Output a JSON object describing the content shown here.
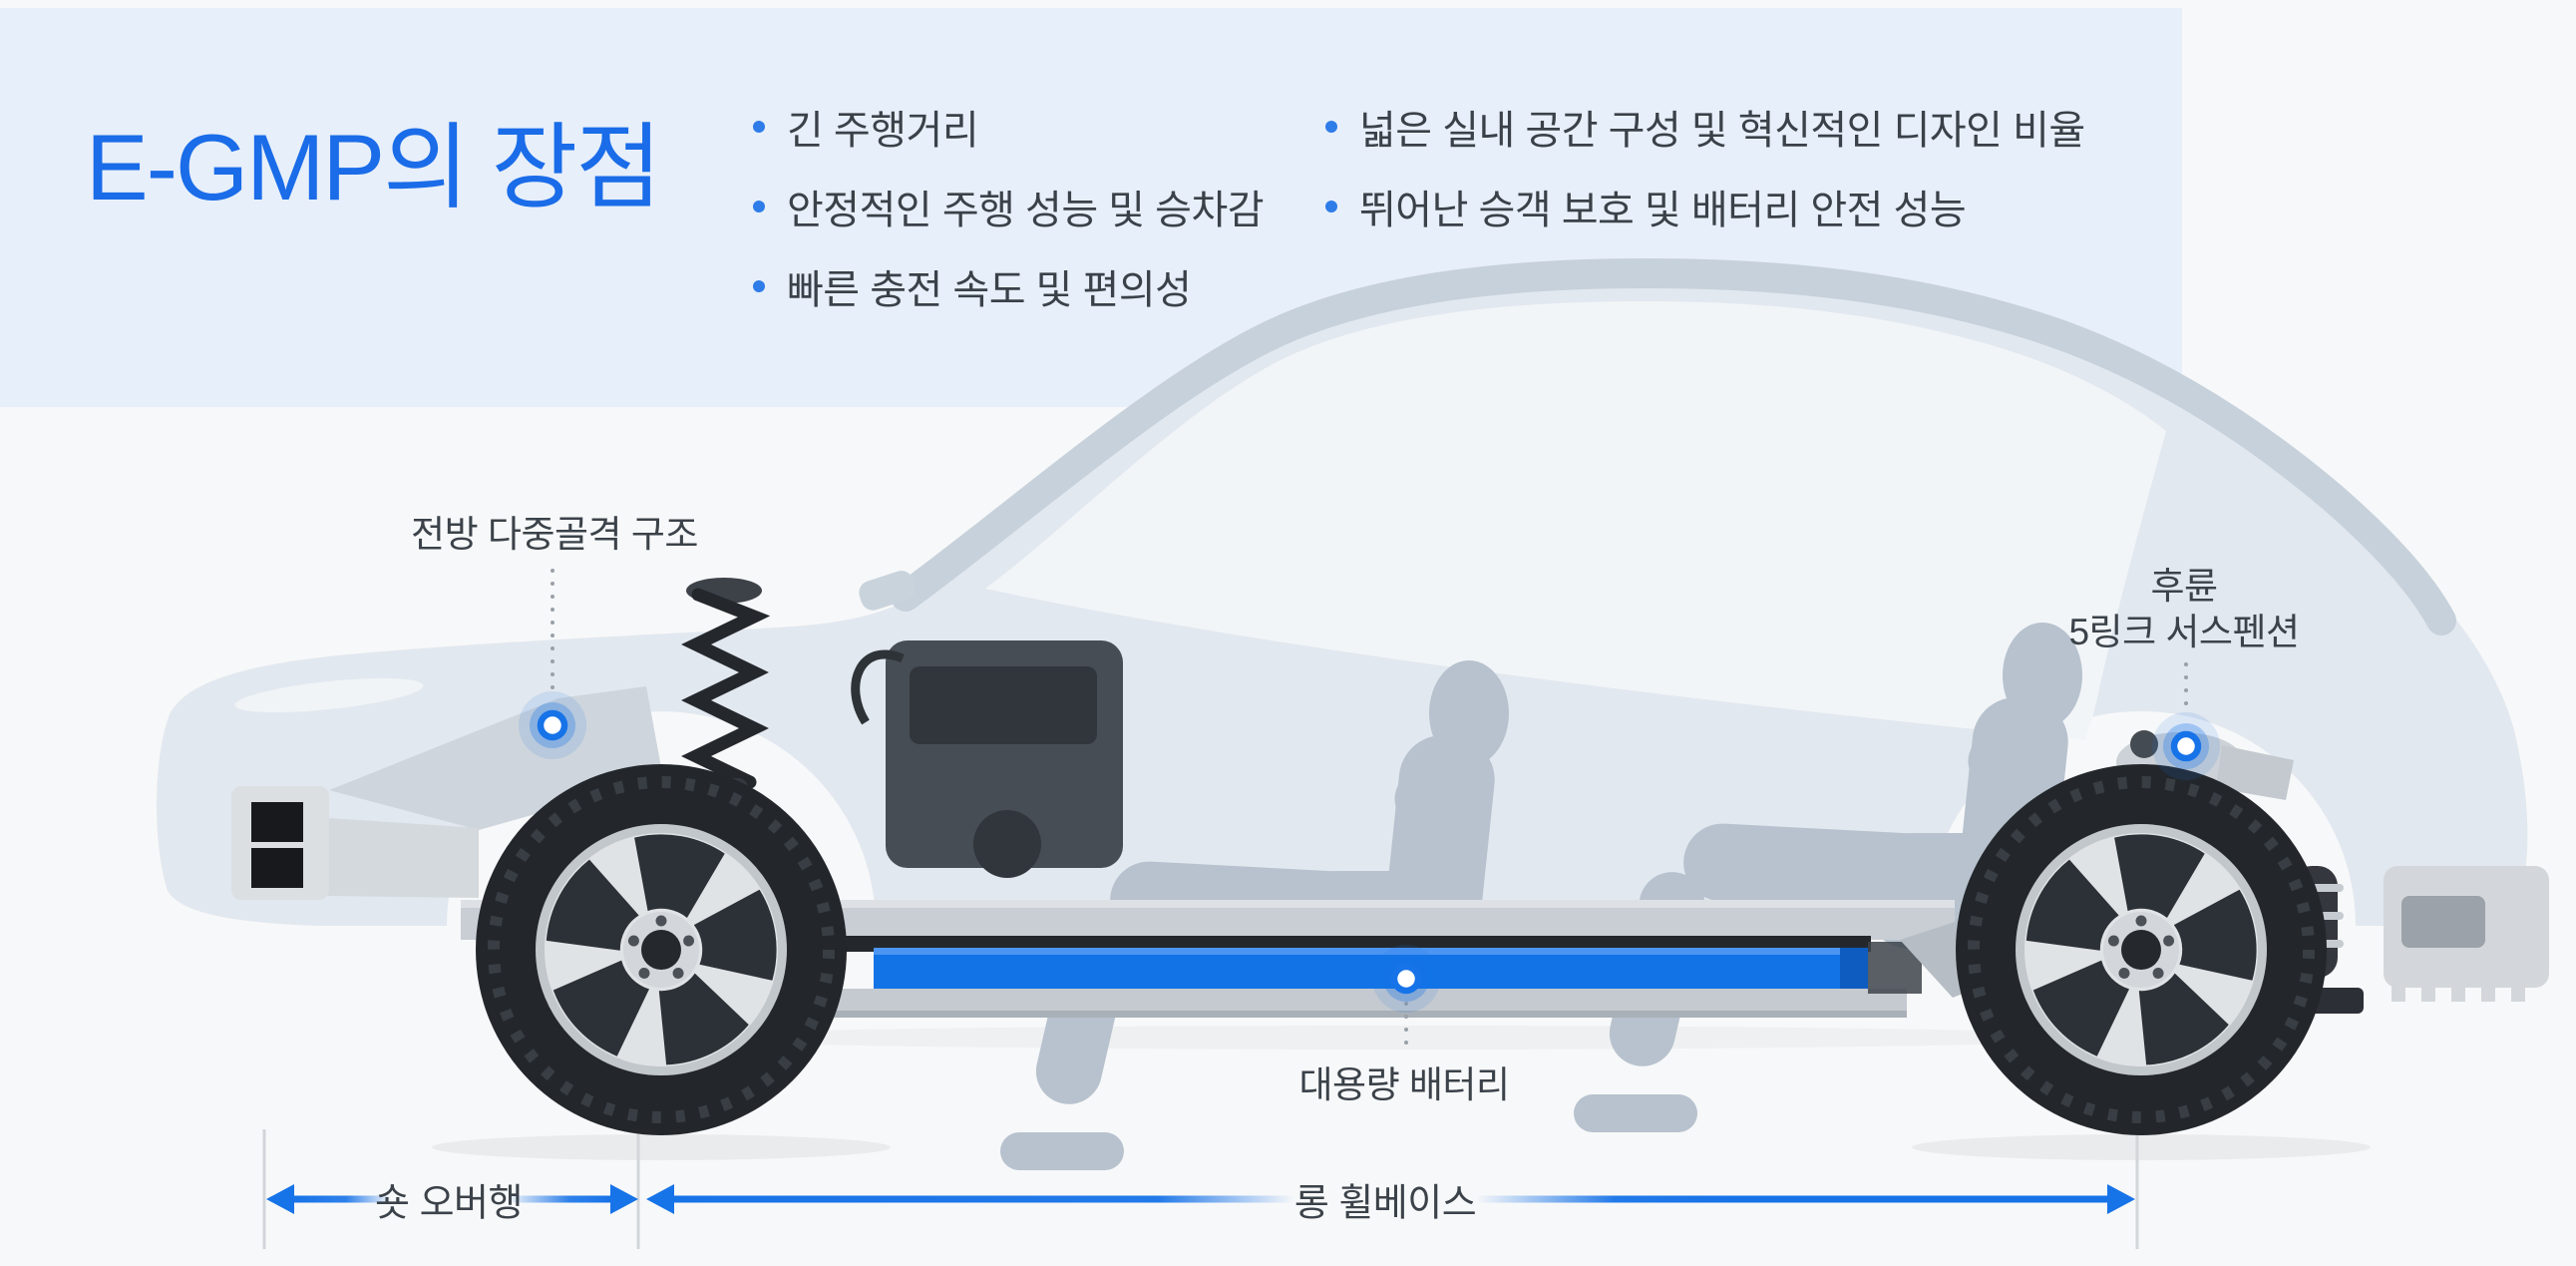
{
  "header": {
    "title": "E-GMP의 장점",
    "bullets_col1": [
      "긴 주행거리",
      "안정적인 주행 성능 및 승차감",
      "빠른 충전 속도 및 편의성"
    ],
    "bullets_col2": [
      "넓은 실내 공간 구성 및 혁신적인 디자인 비율",
      "뛰어난 승객 보호 및 배터리 안전 성능"
    ]
  },
  "callouts": {
    "front_structure": "전방 다중골격 구조",
    "rear_suspension_line1": "후륜",
    "rear_suspension_line2": "5링크 서스펜션",
    "battery": "대용량 배터리"
  },
  "measurements": {
    "short_overhang": "숏 오버행",
    "long_wheelbase": "롱 휠베이스"
  },
  "colors": {
    "accent_blue": "#1773e8",
    "title_blue": "#1a6ce8",
    "battery_blue": "#1273e6",
    "header_bg": "#e7effa",
    "page_bg": "#f7f8f9",
    "text_dark": "#3b4249",
    "body_silhouette": "#e2e8ef",
    "figure_gray": "#b7c2ce"
  }
}
